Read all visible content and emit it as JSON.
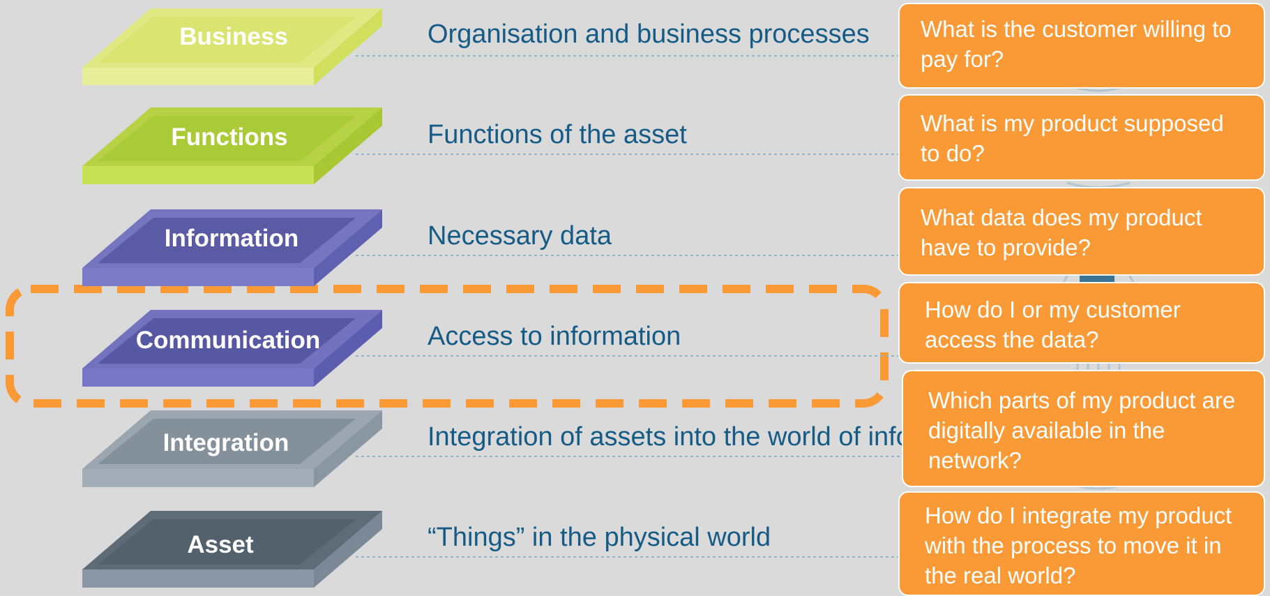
{
  "layers": [
    {
      "label": "Business",
      "description": "Organisation and business processes",
      "question": "What is the customer willing to pay for?"
    },
    {
      "label": "Functions",
      "description": "Functions of the asset",
      "question": "What is my product supposed to do?"
    },
    {
      "label": "Information",
      "description": "Necessary data",
      "question": "What data does my product have to provide?"
    },
    {
      "label": "Communication",
      "description": "Access to information",
      "question": "How do I or my customer access the data?"
    },
    {
      "label": "Integration",
      "description": "Integration of assets into the world of information",
      "question": "Which parts of my product are digitally available in the network?"
    },
    {
      "label": "Asset",
      "description": "“Things” in the physical world",
      "question": "How do I integrate my product with the process to move it in the real world?"
    }
  ],
  "colors": {
    "background": "#dadada",
    "description_text": "#155b86",
    "question_box": "#f99a36",
    "highlight_dash": "#f99a36",
    "layer_business": "#d6e26a",
    "layer_functions": "#b4d23a",
    "layer_information": "#6c6bbd",
    "layer_communication": "#6a6bbd",
    "layer_integration": "#8e9aa6",
    "layer_asset": "#5b6975"
  },
  "highlighted_layer": "Communication"
}
